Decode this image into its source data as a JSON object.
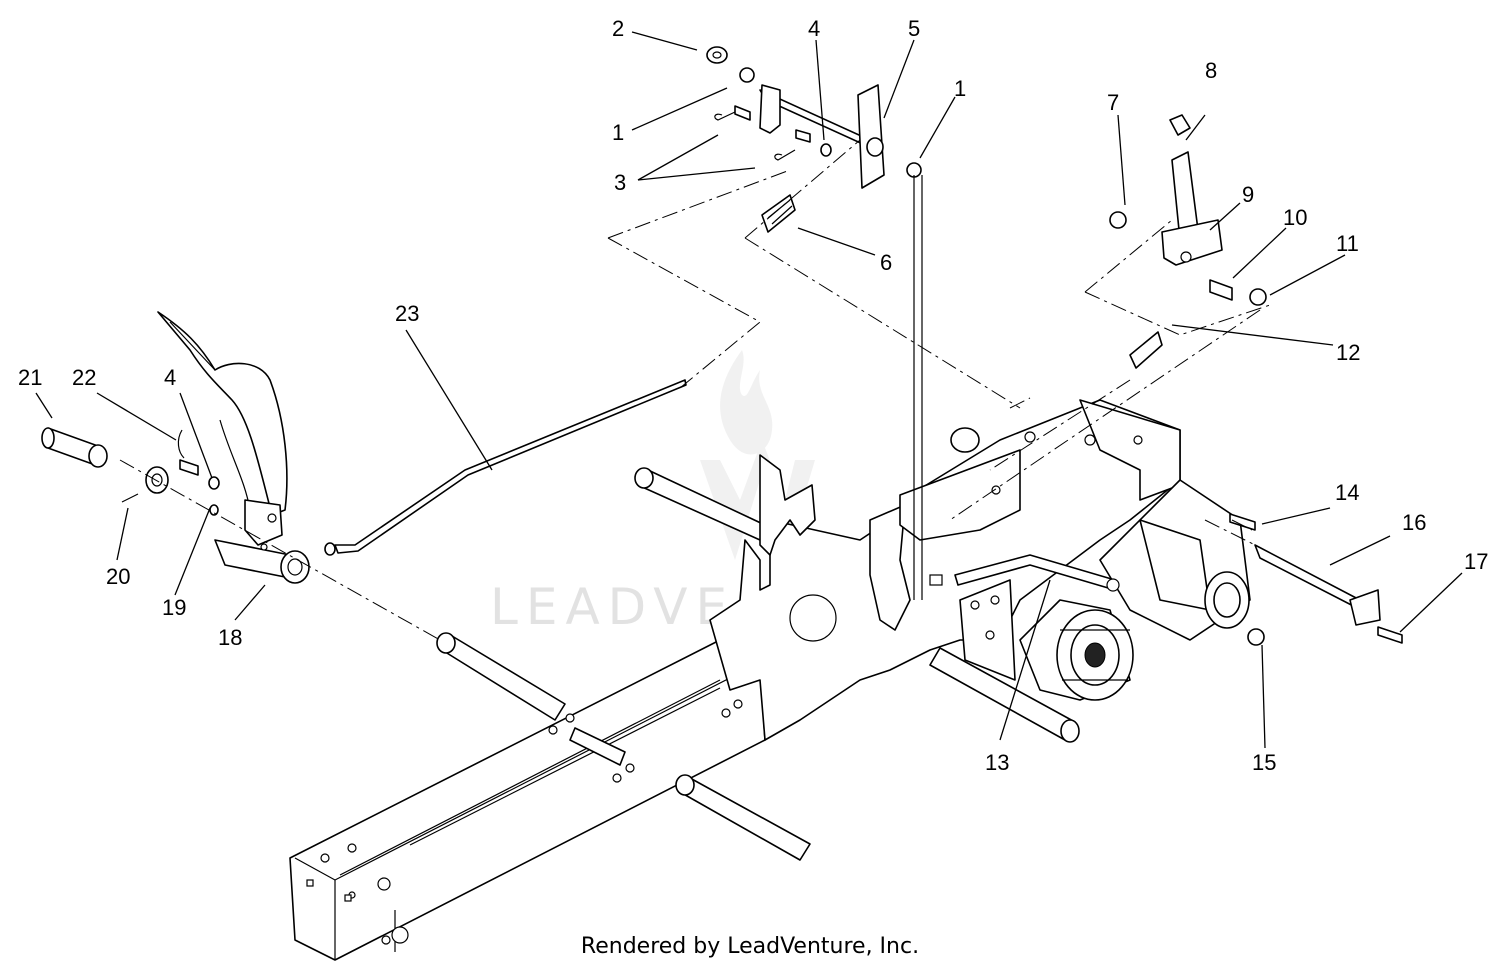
{
  "watermark": {
    "text": "LEADVENTURE"
  },
  "footer": {
    "text": "Rendered by LeadVenture, Inc."
  },
  "callouts": {
    "c1a": "1",
    "c1b": "1",
    "c2": "2",
    "c3": "3",
    "c4a": "4",
    "c4b": "4",
    "c5": "5",
    "c6": "6",
    "c7": "7",
    "c8": "8",
    "c9": "9",
    "c10": "10",
    "c11": "11",
    "c12": "12",
    "c13": "13",
    "c14": "14",
    "c15": "15",
    "c16": "16",
    "c17": "17",
    "c18": "18",
    "c19": "19",
    "c20": "20",
    "c21": "21",
    "c22": "22",
    "c23": "23"
  }
}
